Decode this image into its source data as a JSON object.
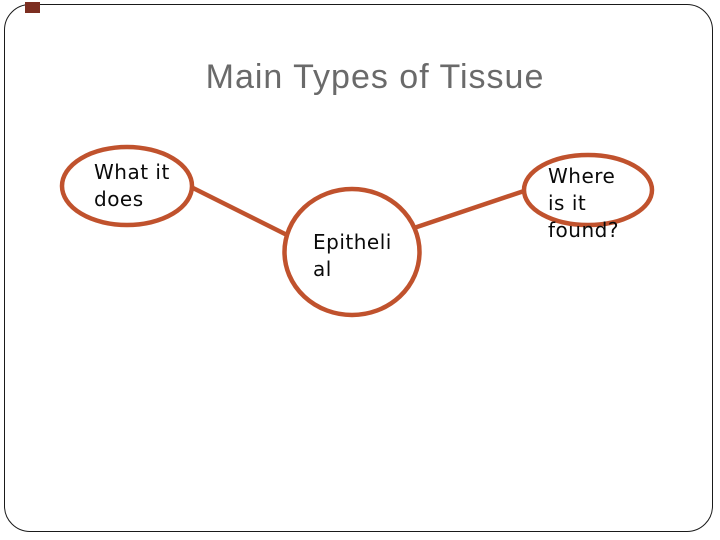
{
  "slide": {
    "title": "Main Types of Tissue"
  },
  "diagram": {
    "nodes": [
      {
        "id": "what-it-does",
        "shape": "ellipse",
        "label": "What it\ndoes"
      },
      {
        "id": "epithelial",
        "shape": "circle",
        "label": "Epitheli\nal"
      },
      {
        "id": "where-is-it-found",
        "shape": "ellipse",
        "label": "Where\nis it\nfound?"
      }
    ],
    "edges": [
      {
        "from": "what-it-does",
        "to": "epithelial"
      },
      {
        "from": "epithelial",
        "to": "where-is-it-found"
      }
    ]
  },
  "colors": {
    "accent": "#c0522d",
    "accent_dark": "#7c2e21",
    "title": "#6a6a6a",
    "text": "#0a0a0a",
    "border": "#1a1a1a",
    "background": "#ffffff"
  }
}
